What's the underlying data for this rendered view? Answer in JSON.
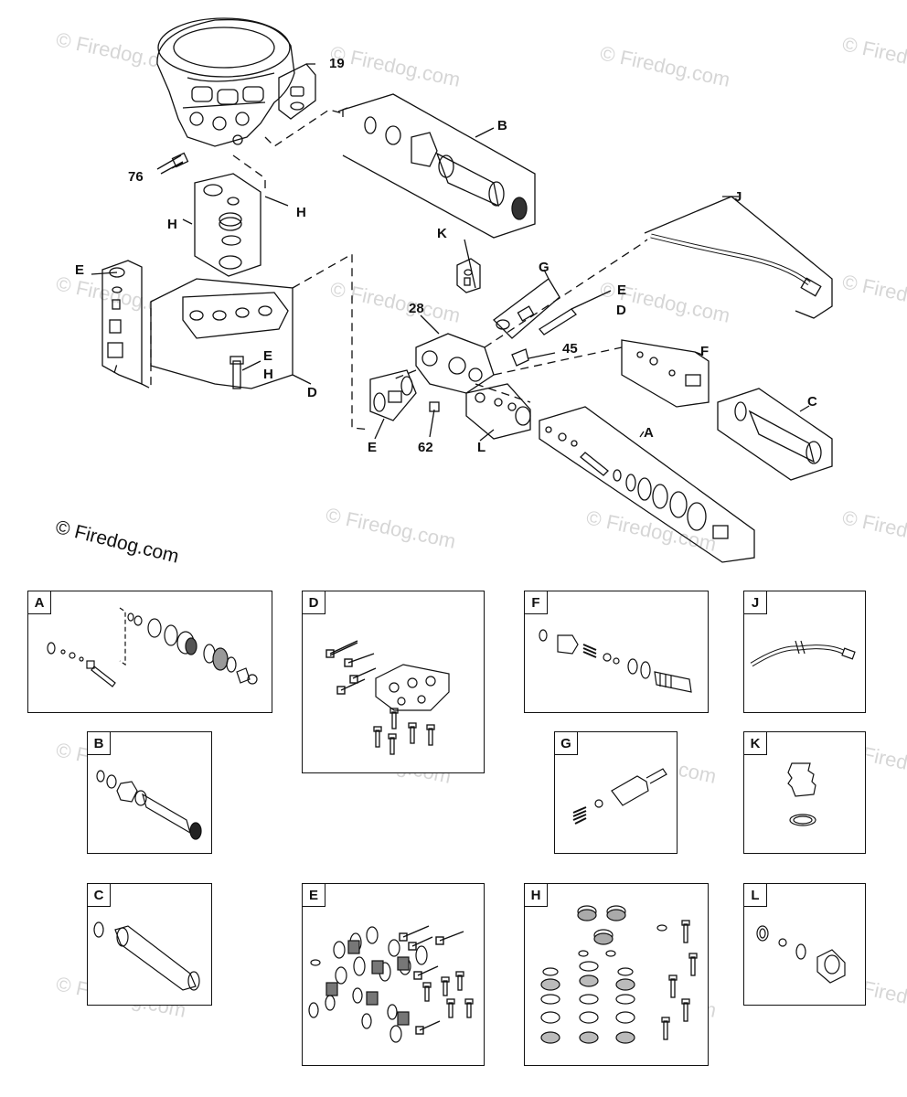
{
  "watermark": "© Firedog.com",
  "copyright": "© Firedog.com",
  "callouts": {
    "c19": "19",
    "c76": "76",
    "cB": "B",
    "cH1": "H",
    "cH2": "H",
    "cE1": "E",
    "cK": "K",
    "cJ": "J",
    "cG": "G",
    "cE2": "E",
    "cD1": "D",
    "c28": "28",
    "c45": "45",
    "cF": "F",
    "cC": "C",
    "cEH_E": "E",
    "cEH_H": "H",
    "cD2": "D",
    "cE3": "E",
    "c62": "62",
    "cL": "L",
    "cA": "A"
  },
  "panels": {
    "A": "A",
    "B": "B",
    "C": "C",
    "D": "D",
    "E": "E",
    "F": "F",
    "G": "G",
    "H": "H",
    "J": "J",
    "K": "K",
    "L": "L"
  }
}
